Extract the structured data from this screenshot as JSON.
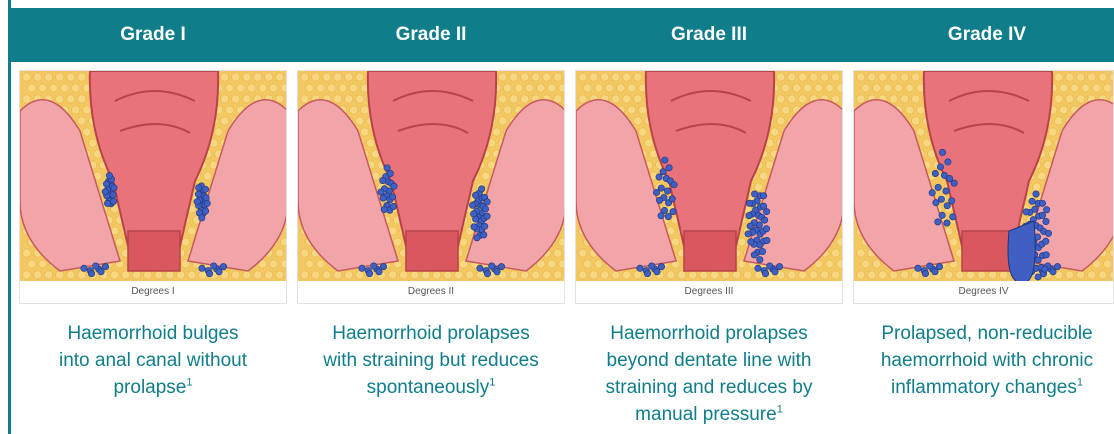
{
  "grades": [
    {
      "title": "Grade I",
      "image_caption": "Degrees I",
      "description": "Haemorrhoid bulges into anal canal without prolapse",
      "ref": "1",
      "description_lines": [
        "Haemorrhoid bulges",
        "into anal canal without",
        "prolapse"
      ]
    },
    {
      "title": "Grade II",
      "image_caption": "Degrees II",
      "description": "Haemorrhoid prolapses with straining but reduces spontaneously",
      "ref": "1",
      "description_lines": [
        "Haemorrhoid prolapses",
        "with straining but reduces",
        "spontaneously"
      ]
    },
    {
      "title": "Grade III",
      "image_caption": "Degrees III",
      "description": "Haemorrhoid prolapses beyond dentate line with straining and reduces by manual pressure",
      "ref": "1",
      "description_lines": [
        "Haemorrhoid prolapses",
        "beyond dentate line with",
        "straining and reduces by",
        "manual pressure"
      ]
    },
    {
      "title": "Grade IV",
      "image_caption": "Degrees IV",
      "description": "Prolapsed, non-reducible haemorrhoid with chronic inflammatory changes",
      "ref": "1",
      "description_lines": [
        "Prolapsed, non-reducible",
        "haemorrhoid with chronic",
        "inflammatory changes"
      ]
    }
  ],
  "colors": {
    "header_bg": "#0f7e8a",
    "header_text": "#ffffff",
    "description_text": "#0f7e8a",
    "fat_tissue": "#f4c861",
    "mucosa": "#e8737a",
    "muscle": "#f2a5a8",
    "haemorrhoid": "#3f5fc2"
  }
}
